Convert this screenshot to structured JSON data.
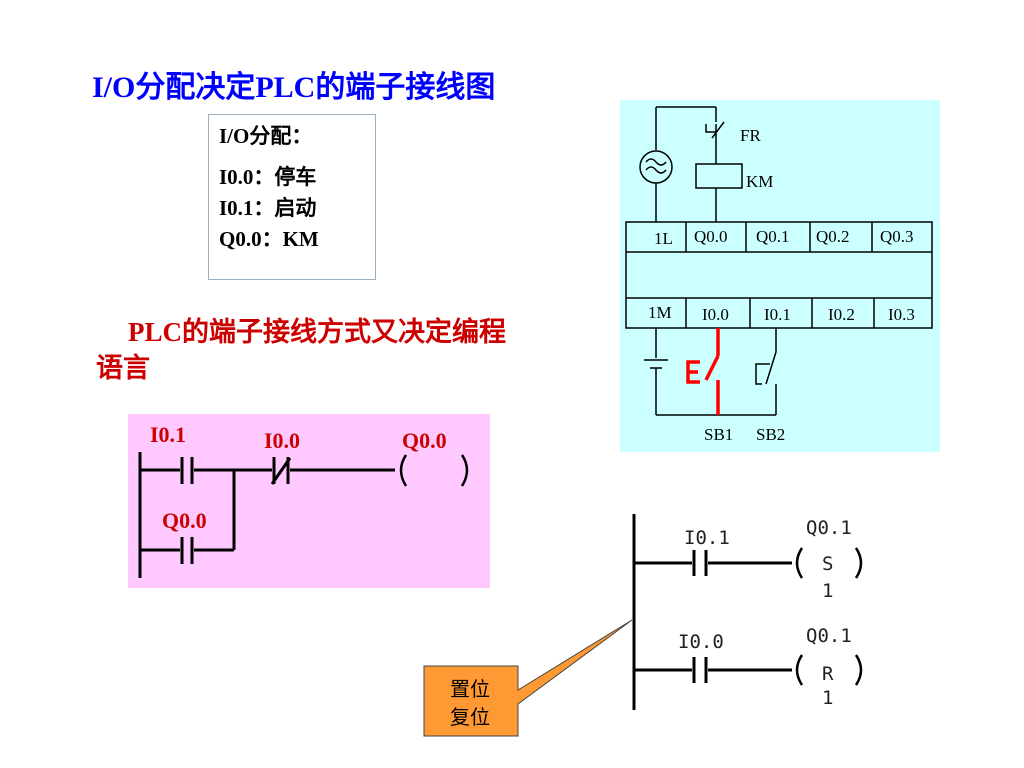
{
  "title": "I/O分配决定PLC的端子接线图",
  "io_assignment": {
    "heading": "I/O分配：",
    "rows": [
      "I0.0：停车",
      "I0.1：启动",
      "Q0.0：KM"
    ]
  },
  "subtitle": "PLC的端子接线方式又决定编程语言",
  "ladder_basic": {
    "contact_start": "I0.1",
    "contact_stop": "I0.0",
    "coil": "Q0.0",
    "contact_hold": "Q0.0"
  },
  "wiring": {
    "overload": "FR",
    "contactor": "KM",
    "output_terminals": [
      "1L",
      "Q0.0",
      "Q0.1",
      "Q0.2",
      "Q0.3"
    ],
    "input_terminals": [
      "1M",
      "I0.0",
      "I0.1",
      "I0.2",
      "I0.3"
    ],
    "buttons": [
      "SB1",
      "SB2"
    ]
  },
  "ladder_setreset": {
    "rung1": {
      "contact": "I0.1",
      "coil": "Q0.1",
      "op": "S",
      "n": "1"
    },
    "rung2": {
      "contact": "I0.0",
      "coil": "Q0.1",
      "op": "R",
      "n": "1"
    }
  },
  "callout": {
    "line1": "置位",
    "line2": "复位"
  },
  "colors": {
    "title": "#0000ff",
    "accent": "#cc0000",
    "pink": "#ffc8ff",
    "cyan": "#ccffff",
    "callout": "#ff9933"
  }
}
